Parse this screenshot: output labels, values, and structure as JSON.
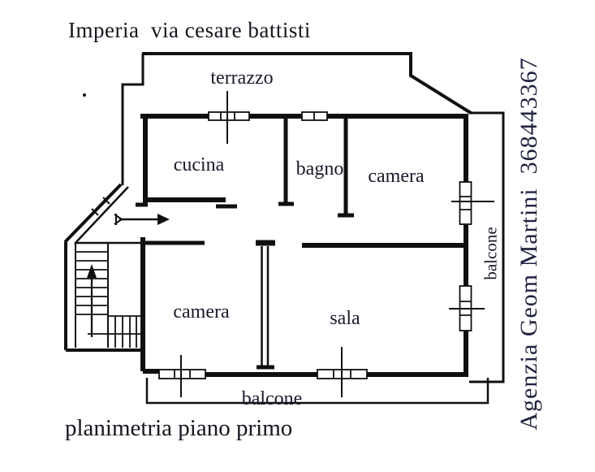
{
  "colors": {
    "plan_ink": "#101010",
    "label_ink": "#1a1a2b",
    "agency_ink": "#20223f",
    "title_ink": "#16161f",
    "paper": "#ffffff"
  },
  "header": {
    "title": "Imperia  via cesare battisti"
  },
  "footer": {
    "caption": "planimetria piano primo"
  },
  "sidebar": {
    "agency_credit": "Agenzia Geom Martini  368443367"
  },
  "floorplan": {
    "type": "apartment floor plan, first floor",
    "rooms": [
      {
        "id": "terrazzo",
        "label": "terrazzo"
      },
      {
        "id": "cucina",
        "label": "cucina"
      },
      {
        "id": "bagno",
        "label": "bagno"
      },
      {
        "id": "camera-nord",
        "label": "camera"
      },
      {
        "id": "camera-sud",
        "label": "camera"
      },
      {
        "id": "sala",
        "label": "sala"
      },
      {
        "id": "balcone-sud",
        "label": "balcone"
      },
      {
        "id": "balcone-est",
        "label": "balcone"
      }
    ]
  }
}
